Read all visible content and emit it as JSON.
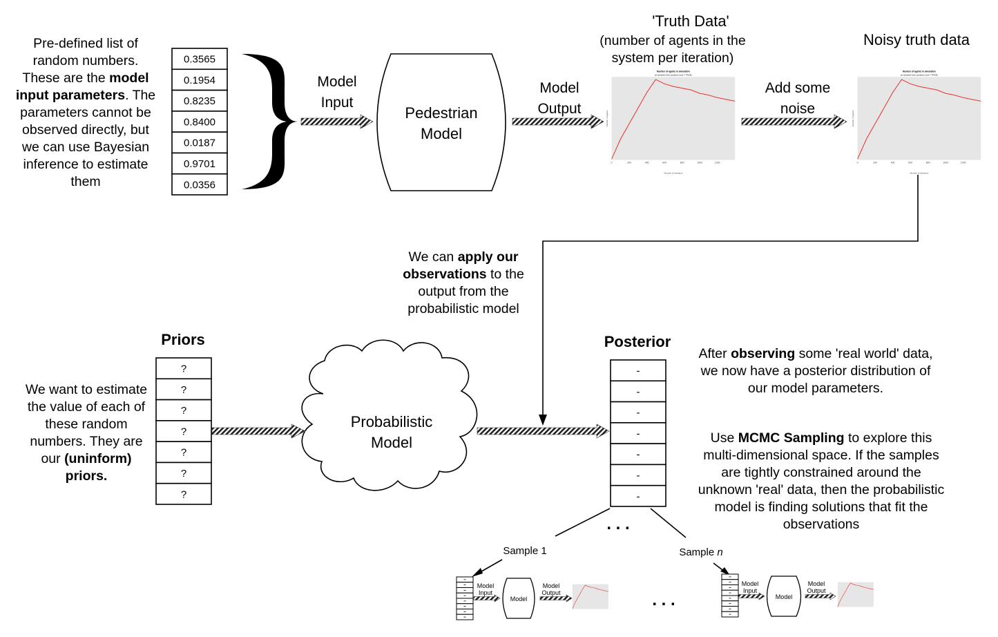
{
  "input_values": [
    "0.3565",
    "0.1954",
    "0.8235",
    "0.8400",
    "0.0187",
    "0.9701",
    "0.0356"
  ],
  "prior_values": [
    "?",
    "?",
    "?",
    "?",
    "?",
    "?",
    "?"
  ],
  "posterior_values": [
    "-",
    "-",
    "-",
    "-",
    "-",
    "-",
    "-"
  ],
  "texts": {
    "input_desc": [
      {
        "t": "Pre-defined list of random numbers. These are the "
      },
      {
        "t": "model input parameters",
        "b": true
      },
      {
        "t": ". The parameters cannot be observed directly, but we can use Bayesian inference to estimate them"
      }
    ],
    "model_input": "Model Input",
    "pedestrian_model": "Pedestrian Model",
    "model_output": "Model Output",
    "truth_title": "'Truth Data'",
    "truth_sub": "(number of agents in the system per iteration)",
    "noisy_title": "Noisy truth data",
    "add_noise": "Add some noise",
    "apply_obs": [
      {
        "t": "We can "
      },
      {
        "t": "apply our observations",
        "b": true
      },
      {
        "t": " to the output from the probabilistic model"
      }
    ],
    "priors_title": "Priors",
    "priors_desc": [
      {
        "t": "We want to estimate the value of each of these random numbers. They are our "
      },
      {
        "t": "(uninform) priors.",
        "b": true
      }
    ],
    "probabilistic_model": "Probabilistic Model",
    "posterior_title": "Posterior",
    "posterior_desc": [
      {
        "t": "After "
      },
      {
        "t": "observing",
        "b": true
      },
      {
        "t": " some 'real world' data, we now have a posterior distribution of our model parameters."
      }
    ],
    "mcmc_desc": [
      {
        "t": "Use "
      },
      {
        "t": "MCMC Sampling",
        "b": true
      },
      {
        "t": " to explore this multi-dimensional space. If the samples are tightly constrained around the unknown 'real' data, then the probabilistic model is finding solutions that fit the observations"
      }
    ],
    "ellipsis": ". . .",
    "sample1": "Sample 1",
    "sample_n_prefix": "Sample ",
    "sample_n_var": "n",
    "mini_model_input": "Model Input",
    "mini_model": "Model",
    "mini_model_output": "Model Output"
  },
  "chart_data": {
    "type": "line",
    "title": "Number of agents in simulation",
    "subtitle": "as sampled from posterior (obs = TRUE)",
    "xlabel": "Number of iterations",
    "ylabel": "Number of agents",
    "x": [
      0,
      100,
      200,
      300,
      400,
      500,
      600,
      700,
      800,
      900,
      1000,
      1100,
      1200,
      1300,
      1400
    ],
    "y": [
      5,
      120,
      210,
      300,
      390,
      465,
      440,
      425,
      415,
      405,
      385,
      375,
      360,
      350,
      340
    ],
    "xlim": [
      0,
      1400
    ],
    "ylim": [
      0,
      480
    ],
    "xticks": [
      "0",
      "200",
      "400",
      "600",
      "800",
      "1000",
      "1200"
    ],
    "line_color": "#e8302a",
    "panel_color": "#e6e6e6"
  },
  "colors": {
    "arrow_fill": "#8c8c8c",
    "stroke": "#000000"
  }
}
